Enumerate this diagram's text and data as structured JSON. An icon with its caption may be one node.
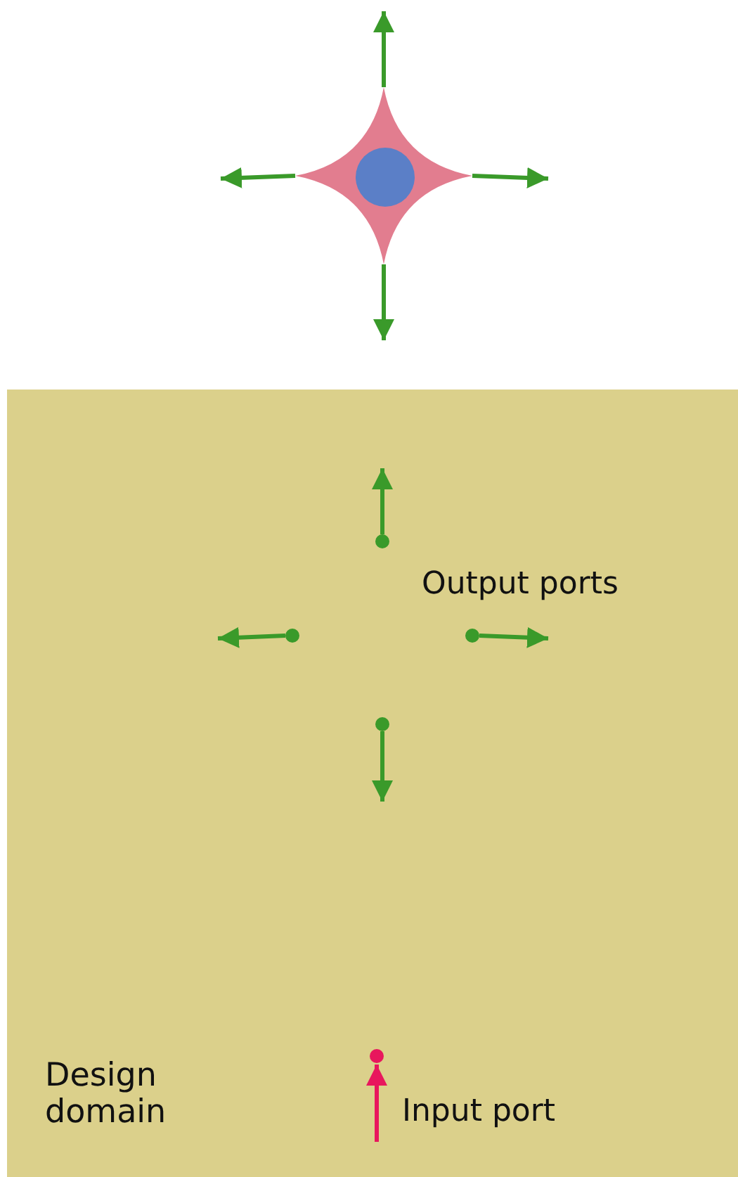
{
  "diagram": {
    "nodes": [
      {
        "text": [],
        "shape": "star"
      },
      {
        "text": [],
        "shape": "circle",
        "in": 0
      },
      {
        "text": [
          "Design domain"
        ]
      },
      {
        "text": [],
        "shape": "circle",
        "in": 2
      },
      {
        "text": [],
        "shape": "circle",
        "in": 2
      },
      {
        "text": [],
        "shape": "circle",
        "in": 2
      },
      {
        "text": [],
        "shape": "circle",
        "in": 2
      },
      {
        "text": [],
        "shape": "circle",
        "in": 2
      }
    ],
    "edges": [
      {
        "from": 0,
        "to": null,
        "arrow": "to"
      },
      {
        "from": 0,
        "to": null,
        "arrow": "to"
      },
      {
        "from": 0,
        "to": null,
        "arrow": "to"
      },
      {
        "from": 0,
        "to": null,
        "arrow": "to"
      },
      {
        "from": 3,
        "to": null,
        "arrow": "to"
      },
      {
        "from": 4,
        "to": null,
        "arrow": "to"
      },
      {
        "from": 5,
        "to": null,
        "arrow": "to"
      },
      {
        "from": 6,
        "to": null,
        "arrow": "to"
      },
      {
        "from": null,
        "to": 7,
        "arrow": "to",
        "color": "#e8175d"
      }
    ],
    "labels": [
      "Output ports",
      "Input port"
    ]
  }
}
